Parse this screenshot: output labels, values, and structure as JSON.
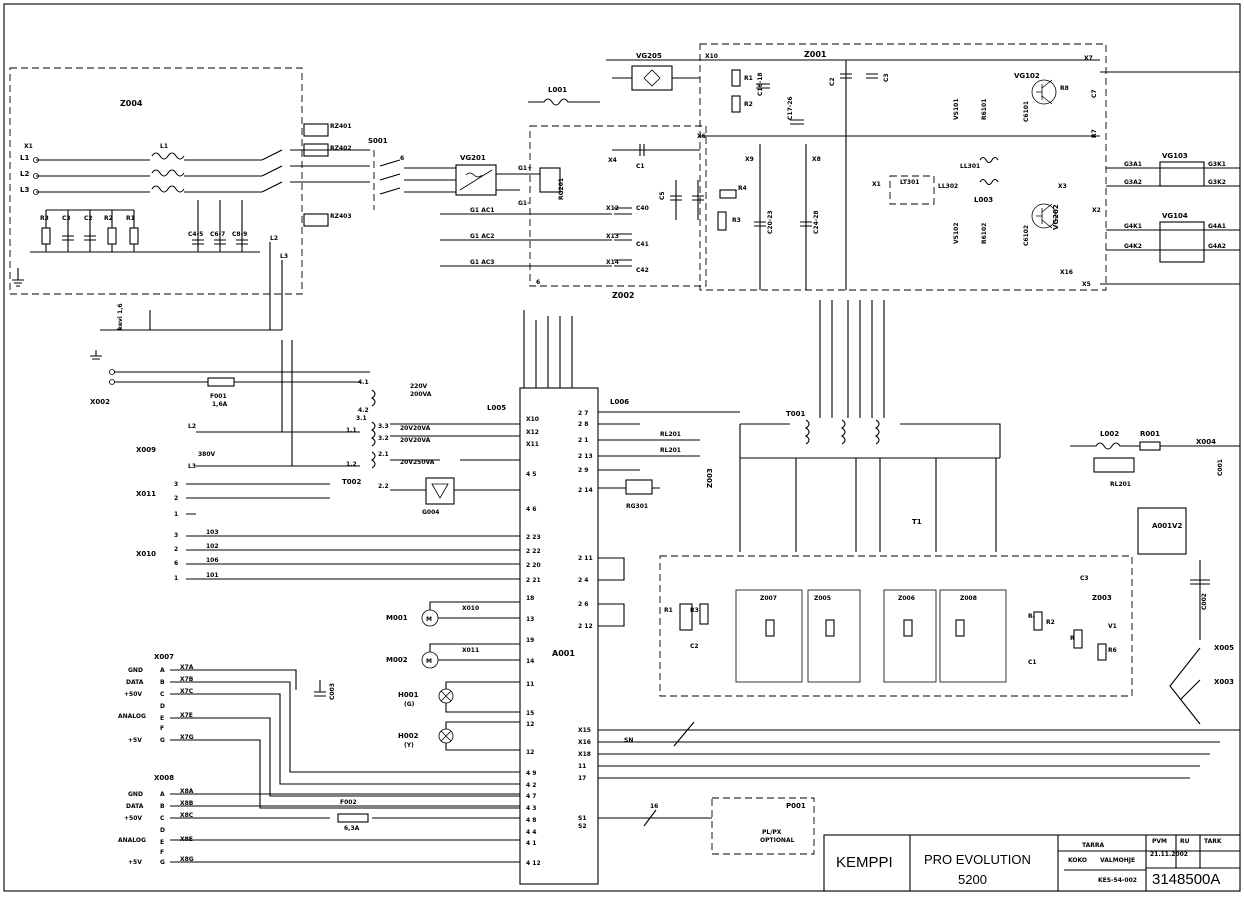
{
  "blocks": {
    "z004": "Z004",
    "z001": "Z001",
    "z002": "Z002",
    "z003": "Z003",
    "z005": "Z005",
    "z006": "Z006",
    "z007": "Z007",
    "z008": "Z008",
    "a001": "A001",
    "a001v2": "A001V2",
    "t001": "T001",
    "t1": "T1",
    "t002": "T002",
    "vg201": "VG201",
    "vg205": "VG205",
    "vg102": "VG102",
    "vg202": "VG202",
    "vg103": "VG103",
    "vg104": "VG104",
    "s001": "S001",
    "l001": "L001",
    "l002": "L002",
    "l003": "L003",
    "l005": "L005",
    "l006": "L006",
    "r001": "R001",
    "rg201": "RG201",
    "rg301": "RG301",
    "lt301": "LT301",
    "ll301": "LL301",
    "ll302": "LL302",
    "f001": "F001",
    "f001_rating": "1,6A",
    "f002": "F002",
    "f002_rating": "6,3A",
    "g004": "G004",
    "m001": "M001",
    "m002": "M002",
    "h001": "H001",
    "h001_note": "(G)",
    "h002": "H002",
    "h002_note": "(Y)",
    "c001": "C001",
    "c002": "C002",
    "c003": "C003",
    "p001": "P001",
    "p001_note1": "PL/PX",
    "p001_note2": "OPTIONAL"
  },
  "connectors": {
    "x002": "X002",
    "x009": "X009",
    "x011": "X011",
    "x010": "X010",
    "x007": "X007",
    "x008": "X008",
    "x004": "X004",
    "x005": "X005",
    "x003": "X003"
  },
  "mains": {
    "x1": "X1",
    "l1": "L1",
    "l2": "L2",
    "l3": "L3",
    "cap_labels": [
      "C4-5",
      "C6-7",
      "C8-9"
    ],
    "rz": [
      "RZ401",
      "RZ402",
      "RZ403"
    ],
    "wire_6": "6",
    "kevi": "kevi 1,6"
  },
  "transformer_t002": {
    "taps": [
      "4.1",
      "4.2",
      "3.1",
      "3.3",
      "3.2",
      "1.1",
      "1.2",
      "2.1",
      "2.2"
    ],
    "ratings": [
      "220V",
      "200VA",
      "20V20VA",
      "20V20VA",
      "20V250VA"
    ],
    "primary_v": "380V"
  },
  "a001_pins_left": [
    "X10",
    "X12",
    "X11",
    "4 5",
    "4 6",
    "2 23",
    "2 22",
    "2 20",
    "2 21",
    "18",
    "13",
    "19",
    "14",
    "11",
    "15",
    "12",
    "12",
    "4 9",
    "4 2",
    "4 7",
    "4 3",
    "4 8",
    "4 4",
    "4 1",
    "4 12"
  ],
  "a001_pins_right": [
    "2 7",
    "2 8",
    "2 1",
    "2 13",
    "2 9",
    "2 14",
    "2 11",
    "2 4",
    "2 6",
    "2 12",
    "X15",
    "X16",
    "X18",
    "11",
    "17",
    "S1",
    "S2"
  ],
  "x007_pins": [
    {
      "pin": "A",
      "sig": "GND",
      "x": "X7A"
    },
    {
      "pin": "B",
      "sig": "DATA",
      "x": "X7B"
    },
    {
      "pin": "C",
      "sig": "+50V",
      "x": "X7C"
    },
    {
      "pin": "E",
      "sig": "ANALOG",
      "x": "X7E"
    },
    {
      "pin": "G",
      "sig": "+5V",
      "x": "X7G"
    }
  ],
  "x008_pins": [
    {
      "pin": "A",
      "sig": "GND",
      "x": "X8A"
    },
    {
      "pin": "B",
      "sig": "DATA",
      "x": "X8B"
    },
    {
      "pin": "C",
      "sig": "+50V",
      "x": "X8C"
    },
    {
      "pin": "E",
      "sig": "ANALOG",
      "x": "X8E"
    },
    {
      "pin": "G",
      "sig": "+5V",
      "x": "X8G"
    }
  ],
  "x010_pins": [
    "3",
    "2",
    "6",
    "1"
  ],
  "x010_wires": [
    "103",
    "102",
    "106",
    "101"
  ],
  "z001_parts": [
    "R1",
    "R2",
    "C16-18",
    "C17-26",
    "C2",
    "C3",
    "R8",
    "C7",
    "R7",
    "VS101",
    "R6101",
    "C6101",
    "VS102",
    "R6102",
    "C6102"
  ],
  "outputs": [
    "G3A1",
    "G3A2",
    "G3K1",
    "G3K2",
    "G4A1",
    "G4A2",
    "G4K1",
    "G4K2"
  ],
  "z003_parts": [
    "R4",
    "R2",
    "R5",
    "V1",
    "R6",
    "C3",
    "C1"
  ],
  "title_block": {
    "brand": "KEMPPI",
    "product": "PRO EVOLUTION",
    "model": "5200",
    "name": "TARRA",
    "date_label": "PVM",
    "date": "21.11.2002",
    "sign": "RU",
    "check": "TARK",
    "code_label": "KOKO",
    "maker_label": "VALMOHJE",
    "doc_code": "KES-54-002",
    "drawing_no": "3148500A"
  },
  "misc": {
    "wire_16": "16",
    "sn": "SN",
    "rl201": "RL201",
    "g1ac": [
      "G1 AC1",
      "G1 AC2",
      "G1 AC3"
    ],
    "g1p": "G1+",
    "g1m": "G1-",
    "x_labels": [
      "X4",
      "X6",
      "X5",
      "X8",
      "X9",
      "X3",
      "X1",
      "X2",
      "X7",
      "X16",
      "X12",
      "X13",
      "X14"
    ]
  }
}
